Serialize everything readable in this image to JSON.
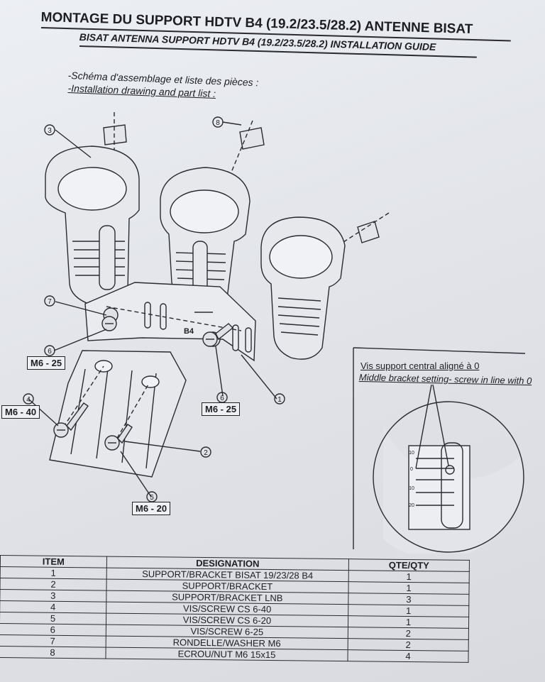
{
  "header": {
    "title_fr": "MONTAGE DU SUPPORT HDTV B4 (19.2/23.5/28.2) ANTENNE BISAT",
    "title_en": "BISAT ANTENNA SUPPORT HDTV B4 (19.2/23.5/28.2) INSTALLATION GUIDE"
  },
  "section": {
    "heading_fr": "-Schéma d'assemblage et liste des pièces :",
    "heading_en": "-Installation drawing and part list :"
  },
  "drawing": {
    "callouts": [
      "1",
      "2",
      "3",
      "4",
      "5",
      "6",
      "7",
      "8"
    ],
    "bracket_mark": "B4",
    "bolt_labels": {
      "left_m625": "M6 - 25",
      "m640": "M6 - 40",
      "right_m625": "M6 - 25",
      "m620": "M6 - 20"
    },
    "detail": {
      "caption_fr": "Vis support central aligné à 0",
      "caption_en": "Middle bracket setting- screw in line with 0",
      "scale": [
        "10",
        "0",
        "10",
        "20"
      ]
    }
  },
  "table": {
    "headers": {
      "item": "ITEM",
      "designation": "DESIGNATION",
      "qty": "QTE/QTY"
    },
    "rows": [
      {
        "item": "1",
        "designation": "SUPPORT/BRACKET BISAT 19/23/28 B4",
        "qty": "1"
      },
      {
        "item": "2",
        "designation": "SUPPORT/BRACKET",
        "qty": "1"
      },
      {
        "item": "3",
        "designation": "SUPPORT/BRACKET LNB",
        "qty": "3"
      },
      {
        "item": "4",
        "designation": "VIS/SCREW CS 6-40",
        "qty": "1"
      },
      {
        "item": "5",
        "designation": "VIS/SCREW CS 6-20",
        "qty": "1"
      },
      {
        "item": "6",
        "designation": "VIS/SCREW 6-25",
        "qty": "2"
      },
      {
        "item": "7",
        "designation": "RONDELLE/WASHER M6",
        "qty": "2"
      },
      {
        "item": "8",
        "designation": "ECROU/NUT M6 15x15",
        "qty": "4"
      }
    ]
  }
}
